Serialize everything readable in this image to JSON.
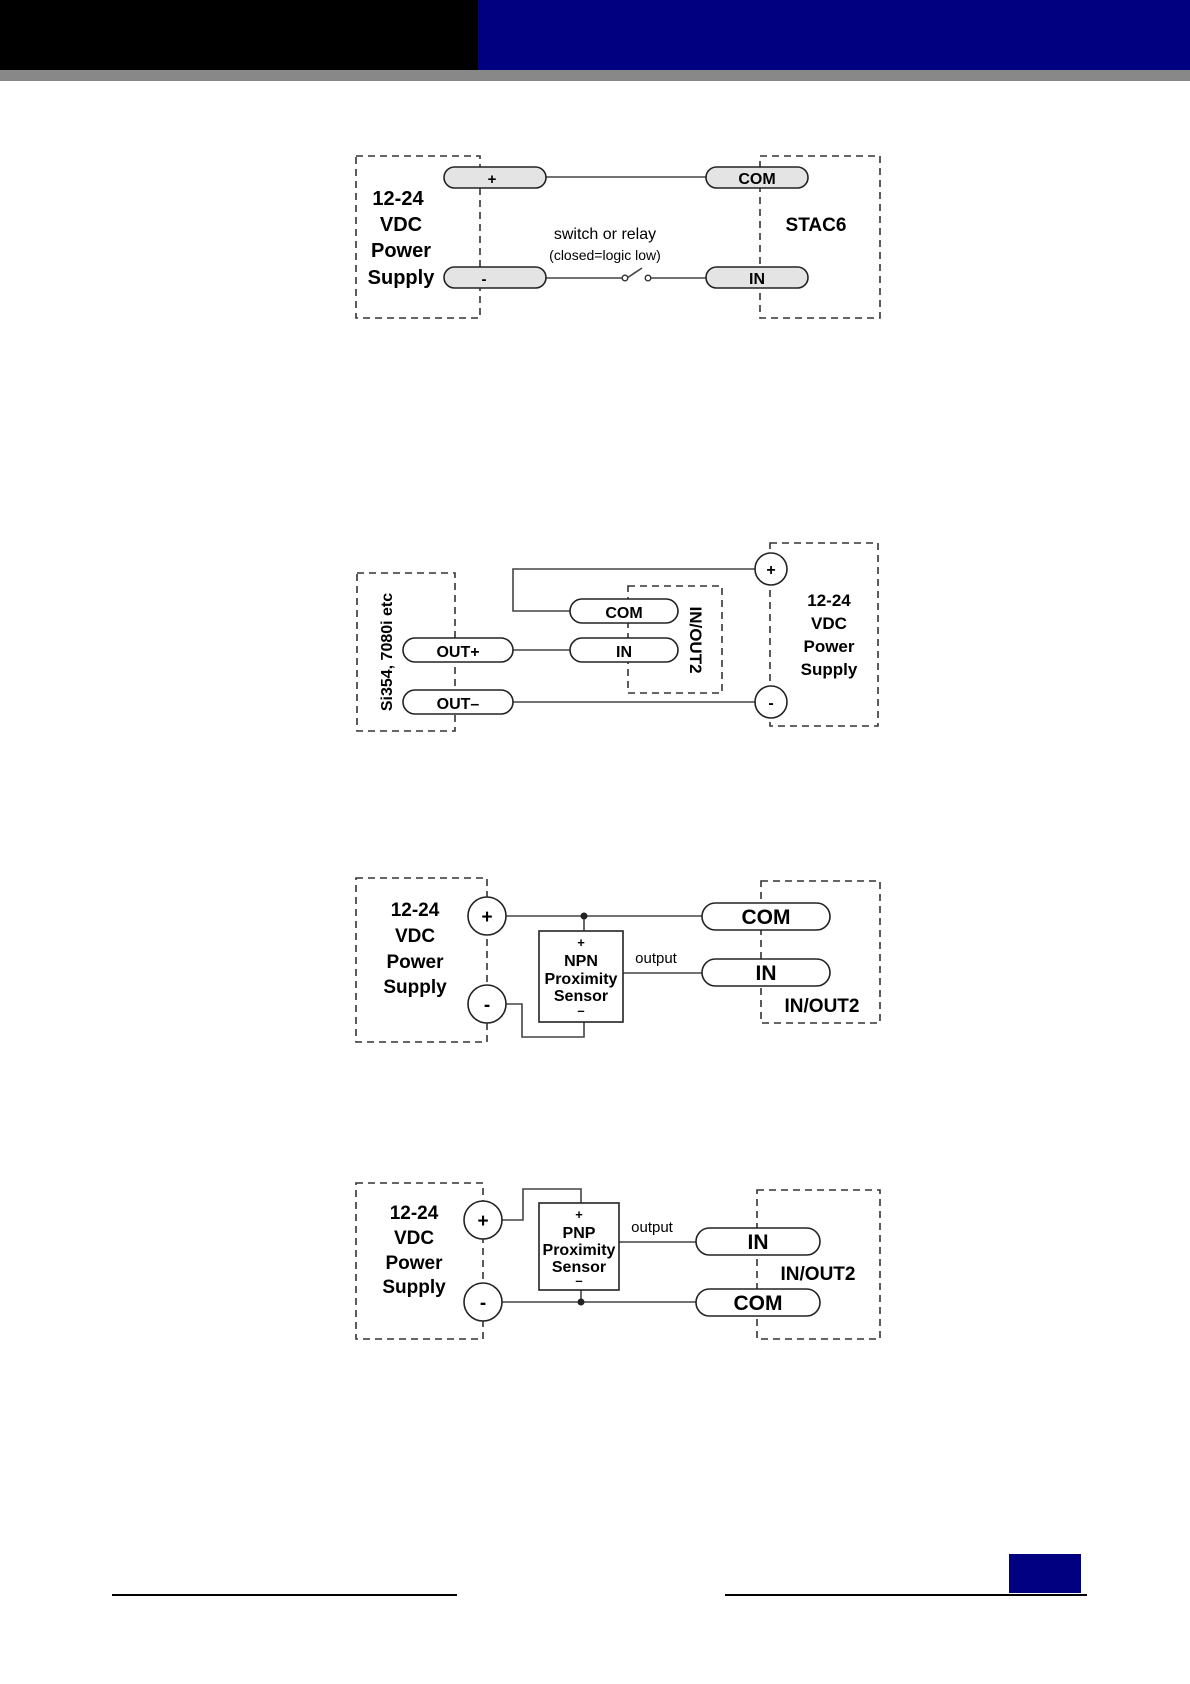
{
  "colors": {
    "header_black": "#000000",
    "header_blue": "#000080",
    "header_gray": "#888888",
    "page_box": "#000080"
  },
  "diagram1": {
    "supply_lines": [
      "12-24",
      "VDC",
      "Power",
      "Supply"
    ],
    "plus": "+",
    "minus": "-",
    "com": "COM",
    "in": "IN",
    "switch_label": "switch or relay",
    "switch_sub": "(closed=logic low)",
    "device": "STAC6"
  },
  "diagram2": {
    "source_label": "Si354, 7080i etc",
    "out_plus": "OUT+",
    "out_minus": "OUT–",
    "com": "COM",
    "in": "IN",
    "port_label": "IN/OUT2",
    "plus": "+",
    "minus": "-",
    "supply_lines": [
      "12-24",
      "VDC",
      "Power",
      "Supply"
    ]
  },
  "diagram3": {
    "supply_lines": [
      "12-24",
      "VDC",
      "Power",
      "Supply"
    ],
    "plus": "+",
    "minus": "-",
    "sensor_lines": [
      "+",
      "NPN",
      "Proximity",
      "Sensor",
      "–"
    ],
    "output_label": "output",
    "com": "COM",
    "in": "IN",
    "port_label": "IN/OUT2"
  },
  "diagram4": {
    "supply_lines": [
      "12-24",
      "VDC",
      "Power",
      "Supply"
    ],
    "plus": "+",
    "minus": "-",
    "sensor_lines": [
      "+",
      "PNP",
      "Proximity",
      "Sensor",
      "–"
    ],
    "output_label": "output",
    "in": "IN",
    "com": "COM",
    "port_label": "IN/OUT2"
  }
}
